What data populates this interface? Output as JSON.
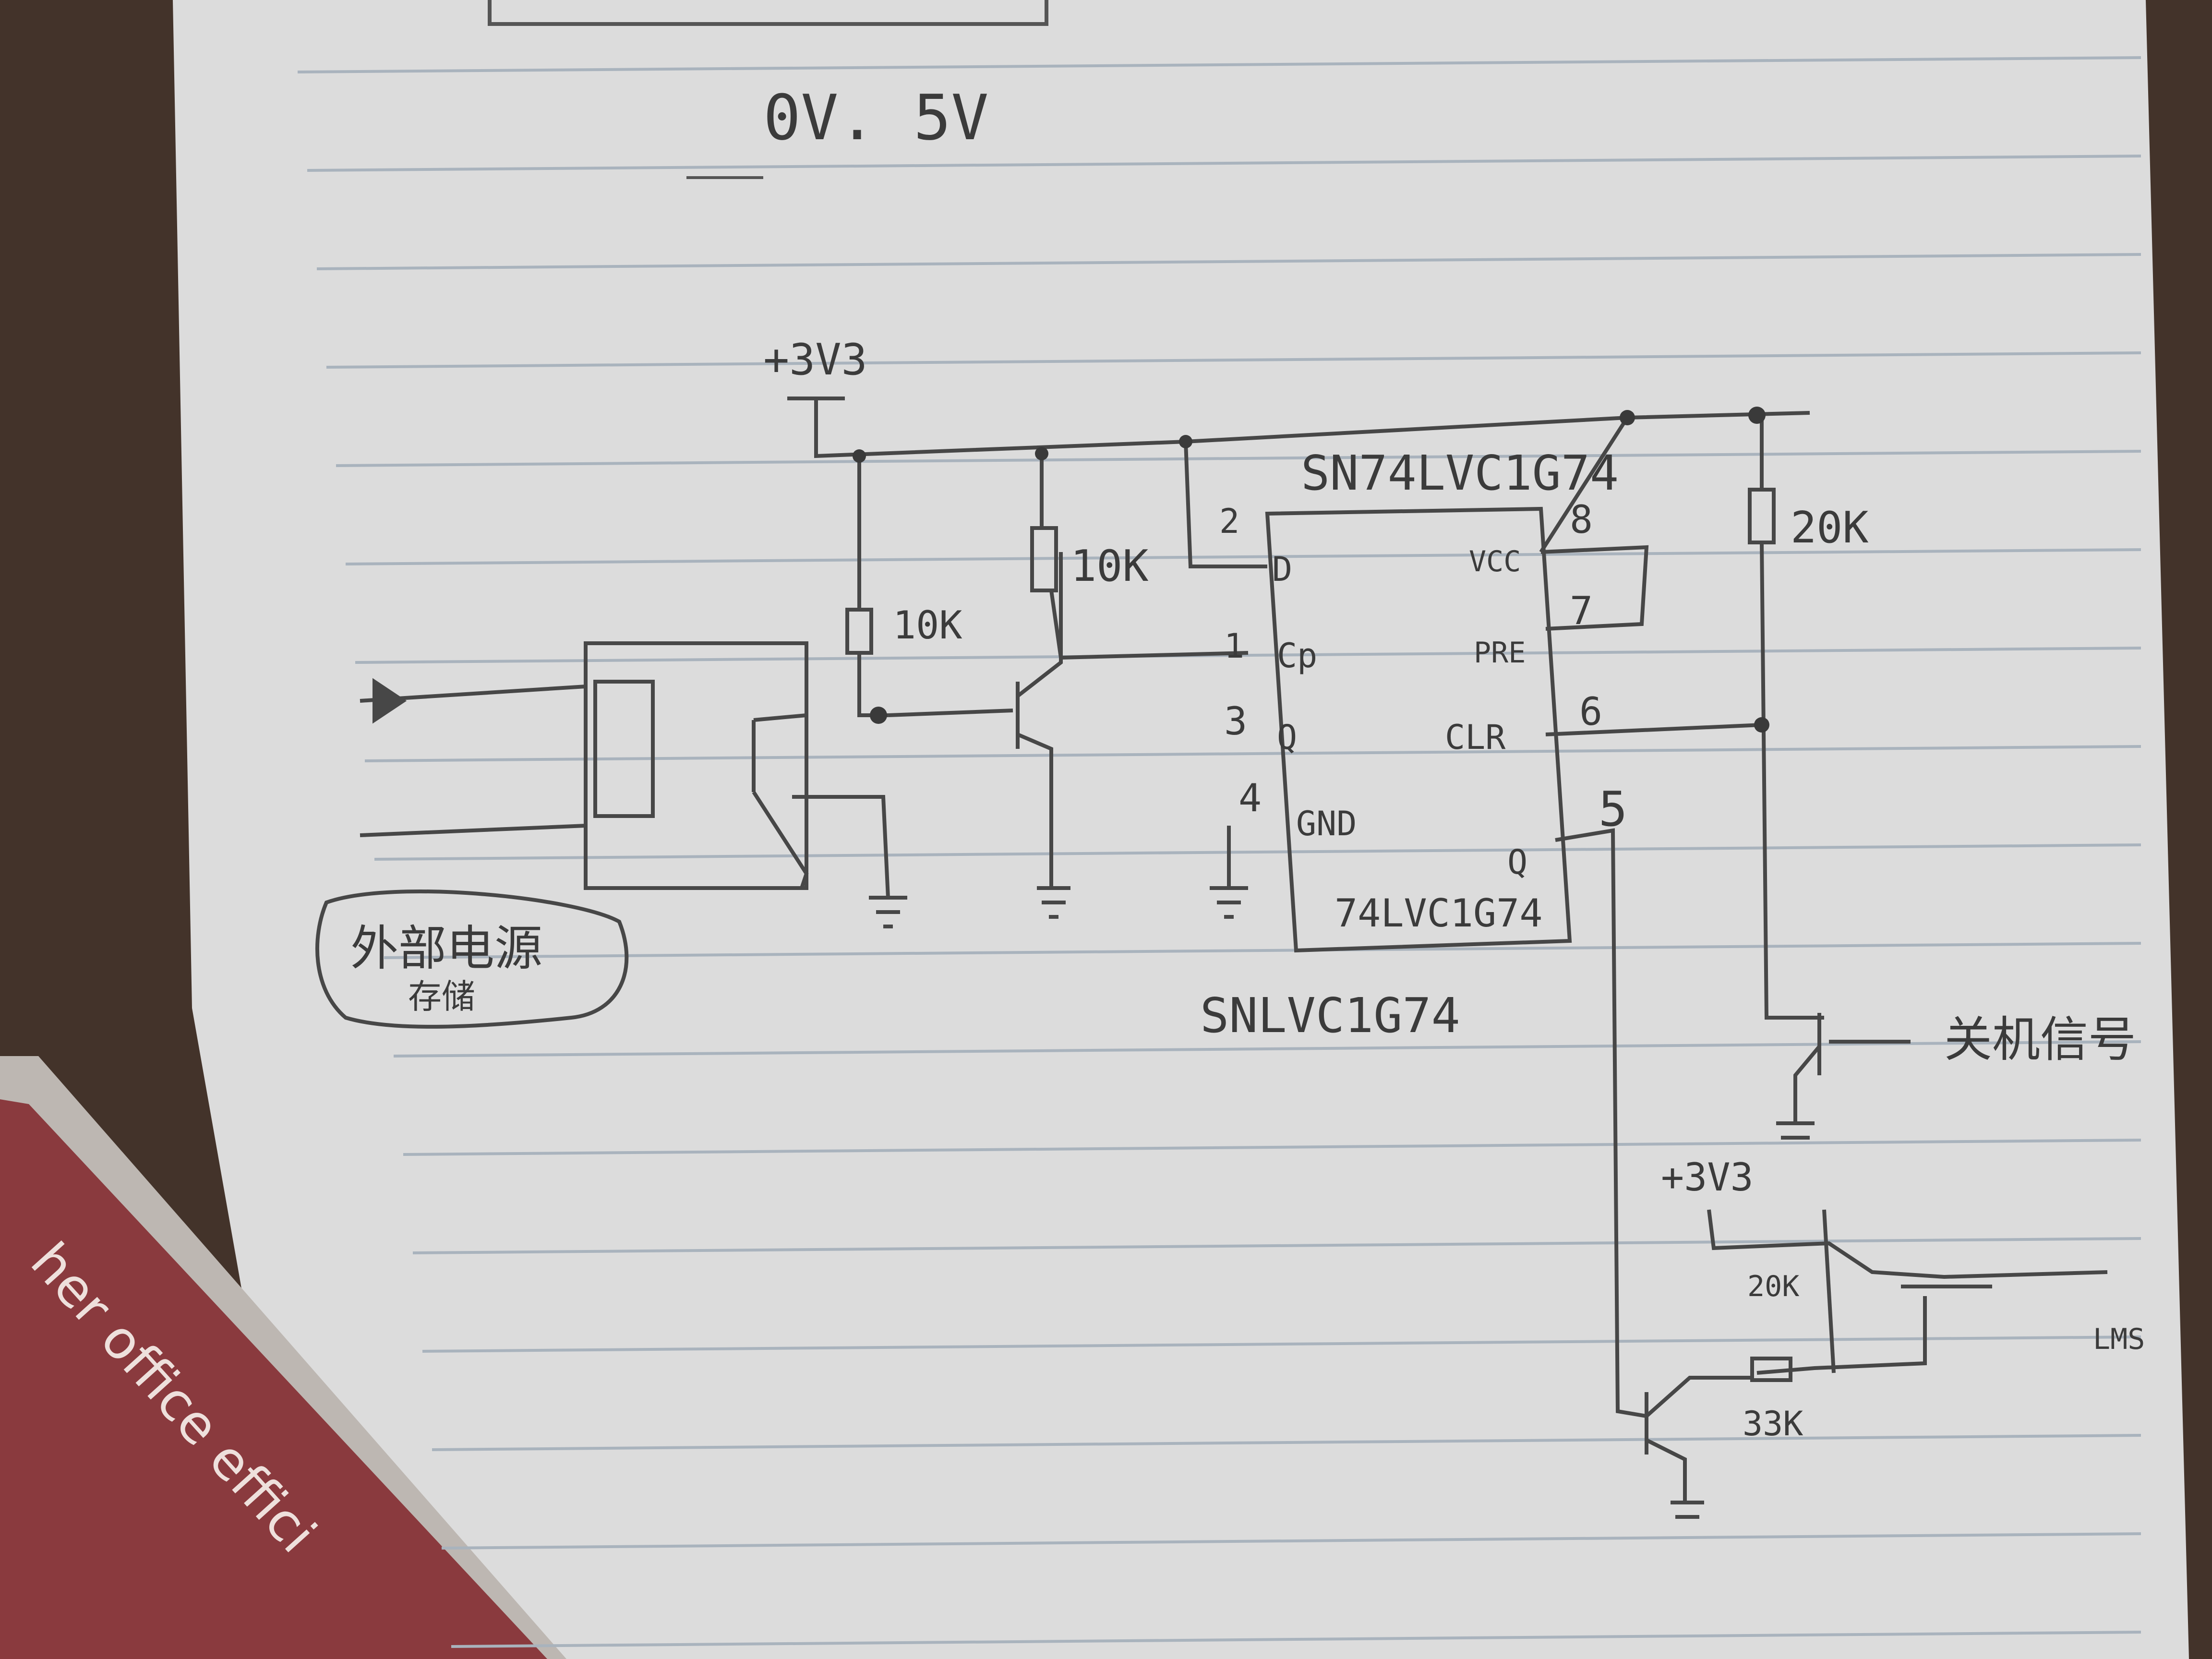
{
  "note_top": "0V. 5V",
  "supply_label": "+3V3",
  "supply_label_2": "+3V3",
  "chip": {
    "top_label": "SN74LVC1G74",
    "body_label": "74LVC1G74",
    "bottom_label": "SNLVC1G74",
    "pins": {
      "d": "D",
      "cp": "Cp",
      "q_bar": "Q",
      "gnd": "GND",
      "vcc": "VCC",
      "pre": "PRE",
      "clr": "CLR",
      "q": "Q"
    },
    "pin_numbers": {
      "p1": "1",
      "p2": "2",
      "p3": "3",
      "p4": "4",
      "p5": "5",
      "p6": "6",
      "p7": "7",
      "p8": "8"
    }
  },
  "resistors": {
    "r1": "10K",
    "r2": "10K",
    "r3": "20K",
    "r4": "20K",
    "r5": "33K"
  },
  "signals": {
    "external_input": "外部电源",
    "external_input_sub": "存储",
    "shutdown": "关机信号",
    "output_right": "LMS"
  },
  "book_text": "her office effici"
}
